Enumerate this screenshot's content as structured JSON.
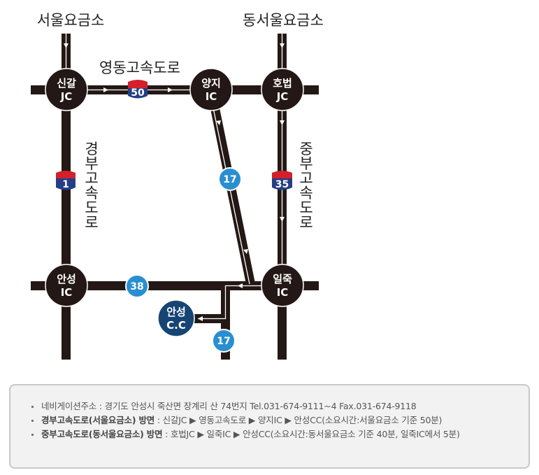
{
  "labels": {
    "seoul_tollgate": "서울요금소",
    "dongseoul_tollgate": "동서울요금소",
    "yeongdong_expressway": "영동고속도로",
    "gyeongbu_expressway": [
      "경",
      "부",
      "고",
      "속",
      "도",
      "로"
    ],
    "jungbu_expressway": [
      "중",
      "부",
      "고",
      "속",
      "도",
      "로"
    ]
  },
  "nodes": {
    "singal": {
      "line1": "신갈",
      "line2": "JC"
    },
    "yangji": {
      "line1": "양지",
      "line2": "IC"
    },
    "hobeop": {
      "line1": "호법",
      "line2": "JC"
    },
    "anseong_ic": {
      "line1": "안성",
      "line2": "IC"
    },
    "iljuk": {
      "line1": "일죽",
      "line2": "IC"
    },
    "anseong_cc": {
      "line1": "안성",
      "line2": "C.C"
    }
  },
  "shields": {
    "route_50": "50",
    "route_1": "1",
    "route_35": "35",
    "route_17_upper": "17",
    "route_38": "38",
    "route_17_lower": "17"
  },
  "colors": {
    "road": "#231815",
    "node": "#231815",
    "destination": "#164574",
    "local_route": "#2a8fd0",
    "shield_top": "#d3202a",
    "shield_bottom": "#243f86"
  },
  "info": {
    "address_line": "네비게이션주소 : 경기도 안성시 죽산면 장계리 산 74번지   Tel.031-674-9111~4   Fax.031-674-9118",
    "seoul_route_title": "경부고속도로(서울요금소) 방면",
    "seoul_route_text": " : 신갈JC ▶ 영동고속도로 ▶ 양지IC ▶ 안성CC(소요시간:서울요금소 기준 50분)",
    "dongseoul_route_title": "중부고속도로(동서울요금소) 방면",
    "dongseoul_route_text": " : 호법JC ▶ 일죽IC ▶ 안성CC(소요시간:동서울요금소 기준 40분, 일죽IC에서 5분)"
  }
}
